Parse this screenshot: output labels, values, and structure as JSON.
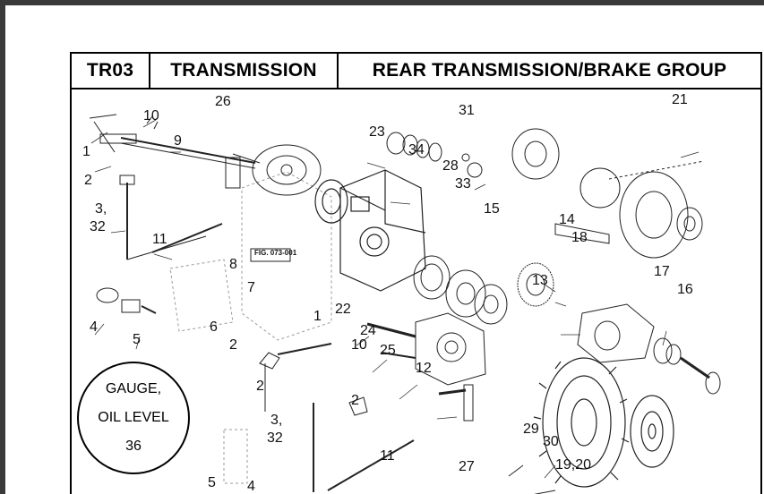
{
  "header": {
    "code": "TR03",
    "section": "TRANSMISSION",
    "title": "REAR TRANSMISSION/BRAKE GROUP"
  },
  "figure_label": "FIG. 073-001",
  "gauge": {
    "line1": "GAUGE,",
    "line2": "OIL LEVEL",
    "line3": "36"
  },
  "callouts": [
    {
      "id": "c1a",
      "text": "1"
    },
    {
      "id": "c2a",
      "text": "2"
    },
    {
      "id": "c10a",
      "text": "10"
    },
    {
      "id": "c9",
      "text": "9"
    },
    {
      "id": "c3a",
      "text": "3,"
    },
    {
      "id": "c32a",
      "text": "32"
    },
    {
      "id": "c11a",
      "text": "11"
    },
    {
      "id": "c4a",
      "text": "4"
    },
    {
      "id": "c5a",
      "text": "5"
    },
    {
      "id": "c6",
      "text": "6"
    },
    {
      "id": "c8",
      "text": "8"
    },
    {
      "id": "c7",
      "text": "7"
    },
    {
      "id": "c26",
      "text": "26"
    },
    {
      "id": "c23",
      "text": "23"
    },
    {
      "id": "c31",
      "text": "31"
    },
    {
      "id": "c34",
      "text": "34"
    },
    {
      "id": "c28",
      "text": "28"
    },
    {
      "id": "c33",
      "text": "33"
    },
    {
      "id": "c21",
      "text": "21"
    },
    {
      "id": "c15",
      "text": "15"
    },
    {
      "id": "c14",
      "text": "14"
    },
    {
      "id": "c18",
      "text": "18"
    },
    {
      "id": "c13",
      "text": "13"
    },
    {
      "id": "c17",
      "text": "17"
    },
    {
      "id": "c16",
      "text": "16"
    },
    {
      "id": "c22",
      "text": "22"
    },
    {
      "id": "c1b",
      "text": "1"
    },
    {
      "id": "c24",
      "text": "24"
    },
    {
      "id": "c25",
      "text": "25"
    },
    {
      "id": "c12",
      "text": "12"
    },
    {
      "id": "c2b",
      "text": "2"
    },
    {
      "id": "c10b",
      "text": "10"
    },
    {
      "id": "c2c",
      "text": "2"
    },
    {
      "id": "c2d",
      "text": "2"
    },
    {
      "id": "c3b",
      "text": "3,"
    },
    {
      "id": "c32b",
      "text": "32"
    },
    {
      "id": "c11b",
      "text": "11"
    },
    {
      "id": "c29",
      "text": "29"
    },
    {
      "id": "c30",
      "text": "30"
    },
    {
      "id": "c27",
      "text": "27"
    },
    {
      "id": "c1920",
      "text": "19,20"
    },
    {
      "id": "c5b",
      "text": "5"
    },
    {
      "id": "c4b",
      "text": "4"
    }
  ]
}
